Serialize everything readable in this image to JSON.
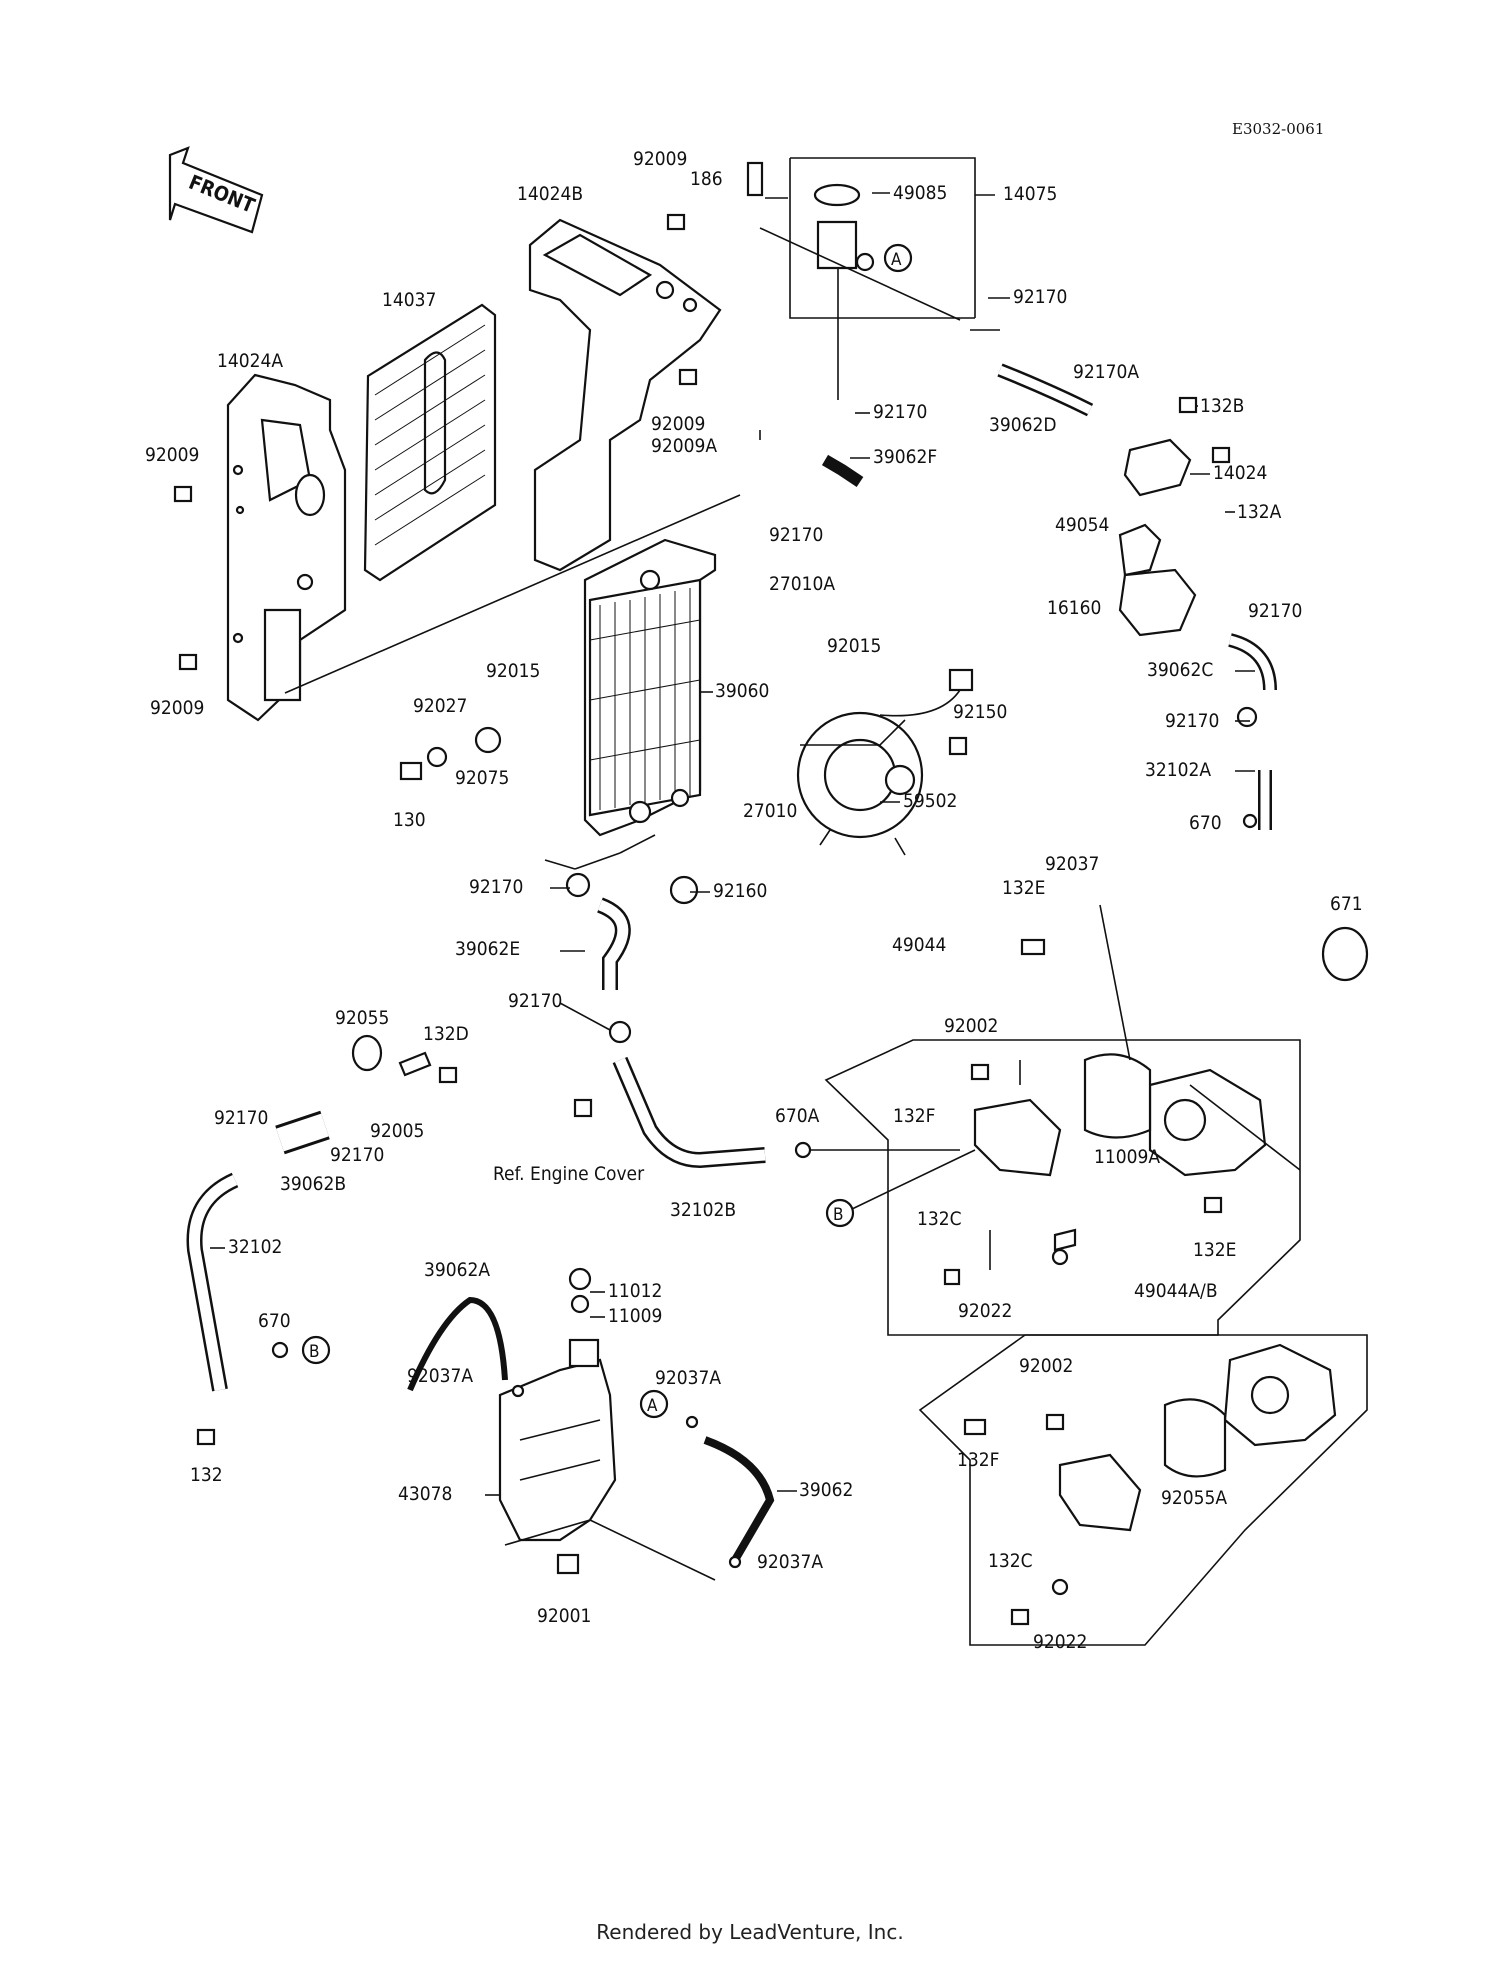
{
  "diagram_code": "E3032-0061",
  "front_label": "FRONT",
  "ref_note": "Ref. Engine Cover",
  "footer": "Rendered by LeadVenture, Inc.",
  "parts": {
    "p92009_top": "92009",
    "p186": "186",
    "p49085": "49085",
    "p14075": "14075",
    "p14024B": "14024B",
    "p14037": "14037",
    "p14024A": "14024A",
    "p92170_a": "92170",
    "p92170A": "92170A",
    "p39062D": "39062D",
    "p132B": "132B",
    "p92170_b": "92170",
    "p92009_mid": "92009",
    "p92009A": "92009A",
    "p39062F": "39062F",
    "p14024": "14024",
    "p49054": "49054",
    "p132A": "132A",
    "p92170_c": "92170",
    "p92009_left": "92009",
    "p27010A": "27010A",
    "p16160": "16160",
    "p92170_d": "92170",
    "p92015_a": "92015",
    "p92015_b": "92015",
    "p39060": "39060",
    "p39062C": "39062C",
    "p92009_bl": "92009",
    "p92027": "92027",
    "p92150": "92150",
    "p92170_e": "92170",
    "p32102A": "32102A",
    "p92075": "92075",
    "p59502": "59502",
    "p130": "130",
    "p27010": "27010",
    "p670_a": "670",
    "p92037": "92037",
    "p92170_f": "92170",
    "p92160": "92160",
    "p132E_a": "132E",
    "p671": "671",
    "p39062E": "39062E",
    "p49044": "49044",
    "p92055": "92055",
    "p132D": "132D",
    "p92170_g": "92170",
    "p92002_a": "92002",
    "p92170_h": "92170",
    "p92005": "92005",
    "p92170_i": "92170",
    "p132F_a": "132F",
    "p670A": "670A",
    "p39062B": "39062B",
    "p11009A": "11009A",
    "p32102B": "32102B",
    "p32102": "32102",
    "p132C_a": "132C",
    "p132E_b": "132E",
    "p39062A": "39062A",
    "p11012": "11012",
    "p92022_a": "92022",
    "p49044AB": "49044A/B",
    "p670_b": "670",
    "p11009": "11009",
    "p92037A_a": "92037A",
    "p92037A_b": "92037A",
    "p92002_b": "92002",
    "p132": "132",
    "p132F_b": "132F",
    "p43078": "43078",
    "p39062": "39062",
    "p92055A": "92055A",
    "p92037A_c": "92037A",
    "p132C_b": "132C",
    "p92001": "92001",
    "p92022_b": "92022"
  },
  "callouts": {
    "A": "A",
    "B": "B"
  }
}
